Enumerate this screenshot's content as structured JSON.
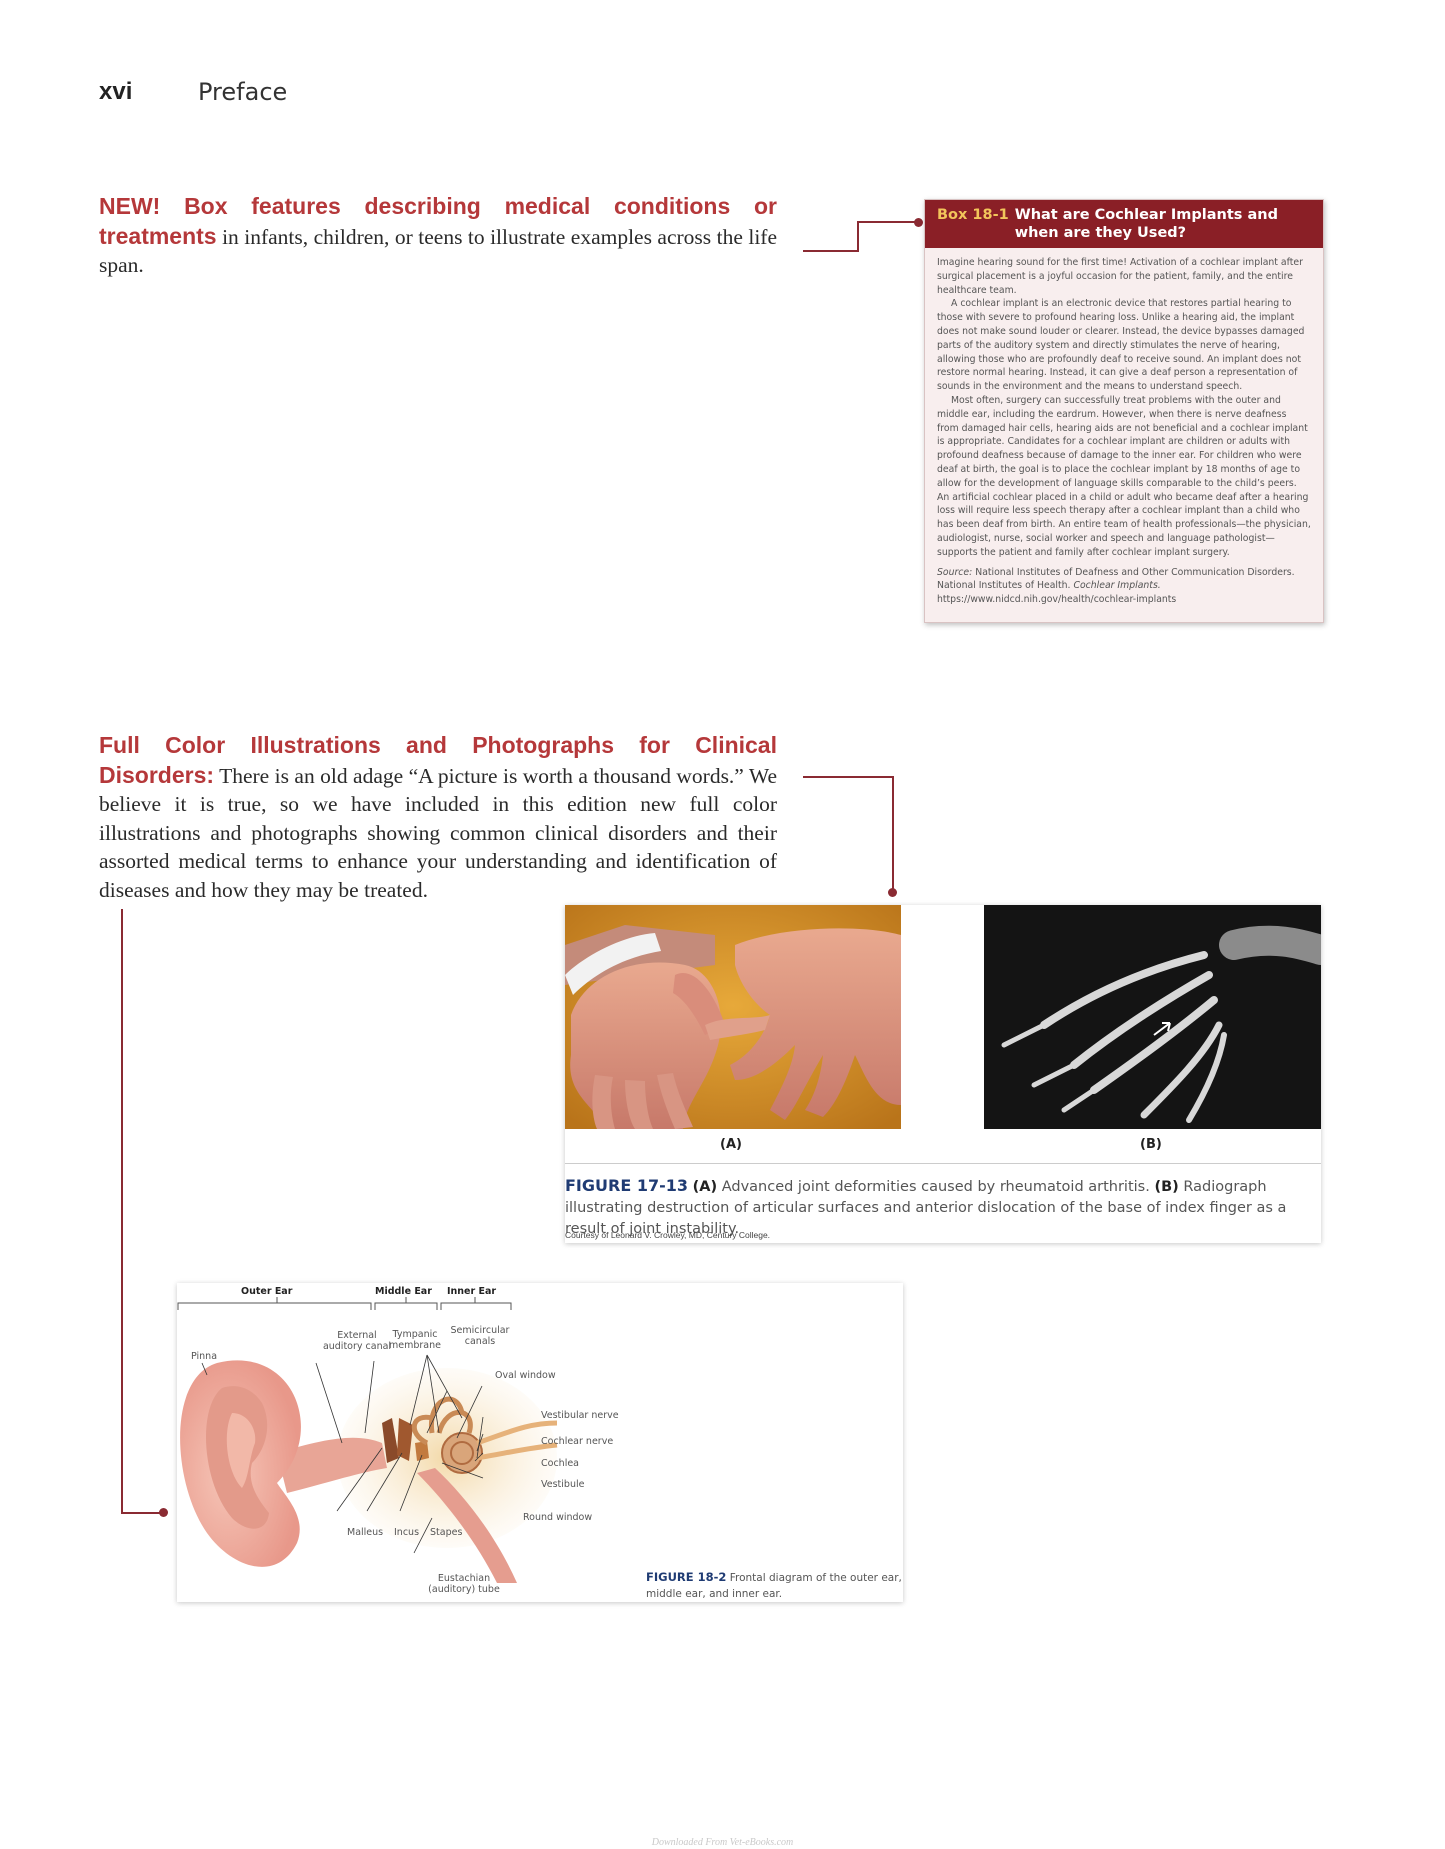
{
  "header": {
    "page_number": "xvi",
    "section": "Preface"
  },
  "feature1": {
    "lead": "NEW! Box features describing medical conditions or treatments",
    "text": " in infants, children, or teens to illustrate examples across the life span."
  },
  "feature2": {
    "lead": "Full Color Illustrations and Photographs for Clinical Disorders:",
    "text": " There is an old adage “A picture is worth a thousand words.” We believe it is true, so we have included in this edition new full color illustrations and photographs showing common clinical disorders and their assorted medical terms to enhance your understanding and identification of diseases and how they may be treated."
  },
  "box": {
    "number": "Box 18-1",
    "title": "What are Cochlear Implants and when are they Used?",
    "p1": "Imagine hearing sound for the first time! Activation of a cochlear implant after surgical placement is a joyful occasion for the patient, family, and the entire healthcare team.",
    "p2": "A cochlear implant is an electronic device that restores partial hearing to those with severe to profound hearing loss. Unlike a hearing aid, the implant does not make sound louder or clearer. Instead, the device bypasses damaged parts of the auditory system and directly stimulates the nerve of hearing, allowing those who are profoundly deaf to receive sound. An implant does not restore normal hearing. Instead, it can give a deaf person a representation of sounds in the environment and the means to understand speech.",
    "p3": "Most often, surgery can successfully treat problems with the outer and middle ear, including the eardrum. However, when there is nerve deafness from damaged hair cells, hearing aids are not beneficial and a cochlear implant is appropriate. Candidates for a cochlear implant are children or adults with profound deafness because of damage to the inner ear. For children who were deaf at birth, the goal is to place the cochlear implant by 18 months of age to allow for the development of language skills comparable to the child’s peers. An artificial cochlear placed in a child or adult who became deaf after a hearing loss will require less speech therapy after a cochlear implant than a child who has been deaf from birth. An entire team of health professionals—the physician, audiologist, nurse, social worker and speech and language pathologist—supports the patient and family after cochlear implant surgery.",
    "source_label": "Source:",
    "source_text1": " National Institutes of Deafness and Other Communication Disorders. National Institutes of Health. ",
    "source_italic": "Cochlear Implants.",
    "source_text2": " https://www.nidcd.nih.gov/health/cochlear-implants"
  },
  "figure1": {
    "label_a": "(A)",
    "label_b": "(B)",
    "fig_label": "FIGURE 17-13",
    "cap_a": "(A)",
    "text_a": " Advanced joint deformities caused by rheumatoid arthritis. ",
    "cap_b": "(B)",
    "text_b": " Radiograph illustrating destruction of articular surfaces and anterior dislocation of the base of index finger as a result of joint instability.",
    "credit": "Courtesy of Leonard V. Crowley, MD, Century College."
  },
  "figure2": {
    "headers": {
      "outer": "Outer Ear",
      "middle": "Middle Ear",
      "inner": "Inner Ear"
    },
    "labels": {
      "pinna": "Pinna",
      "external_canal_1": "External",
      "external_canal_2": "auditory canal",
      "tympanic_1": "Tympanic",
      "tympanic_2": "membrane",
      "semicircular_1": "Semicircular",
      "semicircular_2": "canals",
      "oval_window": "Oval window",
      "vestibular_nerve": "Vestibular nerve",
      "cochlear_nerve": "Cochlear nerve",
      "cochlea": "Cochlea",
      "vestibule": "Vestibule",
      "round_window": "Round window",
      "malleus": "Malleus",
      "incus": "Incus",
      "stapes": "Stapes",
      "eustachian_1": "Eustachian",
      "eustachian_2": "(auditory) tube"
    },
    "fig_label": "FIGURE 18-2",
    "caption": " Frontal diagram of the outer ear, middle ear, and inner ear."
  },
  "footer": "Downloaded From Vet-eBooks.com",
  "colors": {
    "accent_red": "#b5383a",
    "box_header": "#8a1f26",
    "figure_label_blue": "#1f3b73"
  }
}
